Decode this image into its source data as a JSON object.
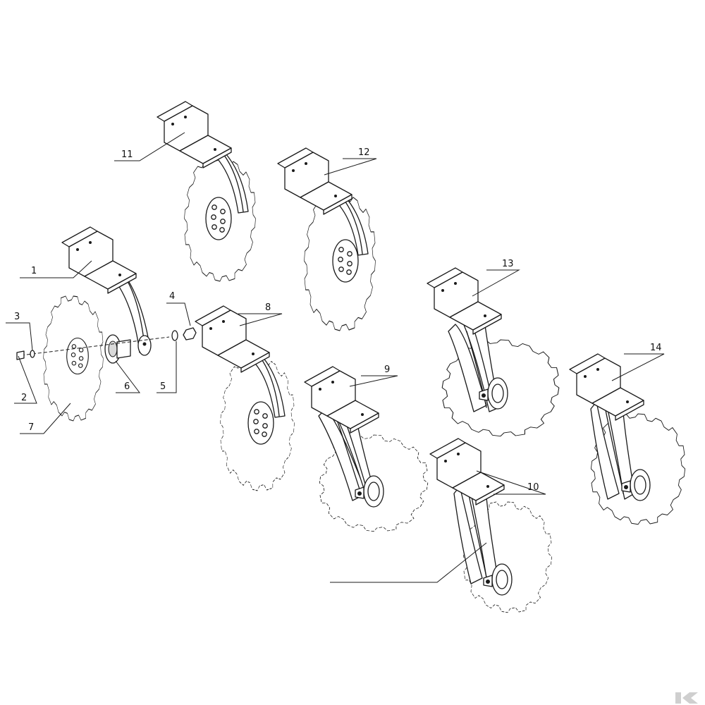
{
  "callouts": [
    {
      "id": "c1",
      "label": "1"
    },
    {
      "id": "c2",
      "label": "2"
    },
    {
      "id": "c3",
      "label": "3"
    },
    {
      "id": "c4",
      "label": "4"
    },
    {
      "id": "c5",
      "label": "5"
    },
    {
      "id": "c6",
      "label": "6"
    },
    {
      "id": "c7",
      "label": "7"
    },
    {
      "id": "c8",
      "label": "8"
    },
    {
      "id": "c9",
      "label": "9"
    },
    {
      "id": "c10",
      "label": "10"
    },
    {
      "id": "c11",
      "label": "11"
    },
    {
      "id": "c12",
      "label": "12"
    },
    {
      "id": "c13",
      "label": "13"
    },
    {
      "id": "c14",
      "label": "14"
    }
  ],
  "colors": {
    "line": "#1a1a1a",
    "background": "#ffffff",
    "logo": "#cfcfcf"
  },
  "icons": {
    "brand_logo": "k-logo-icon"
  }
}
